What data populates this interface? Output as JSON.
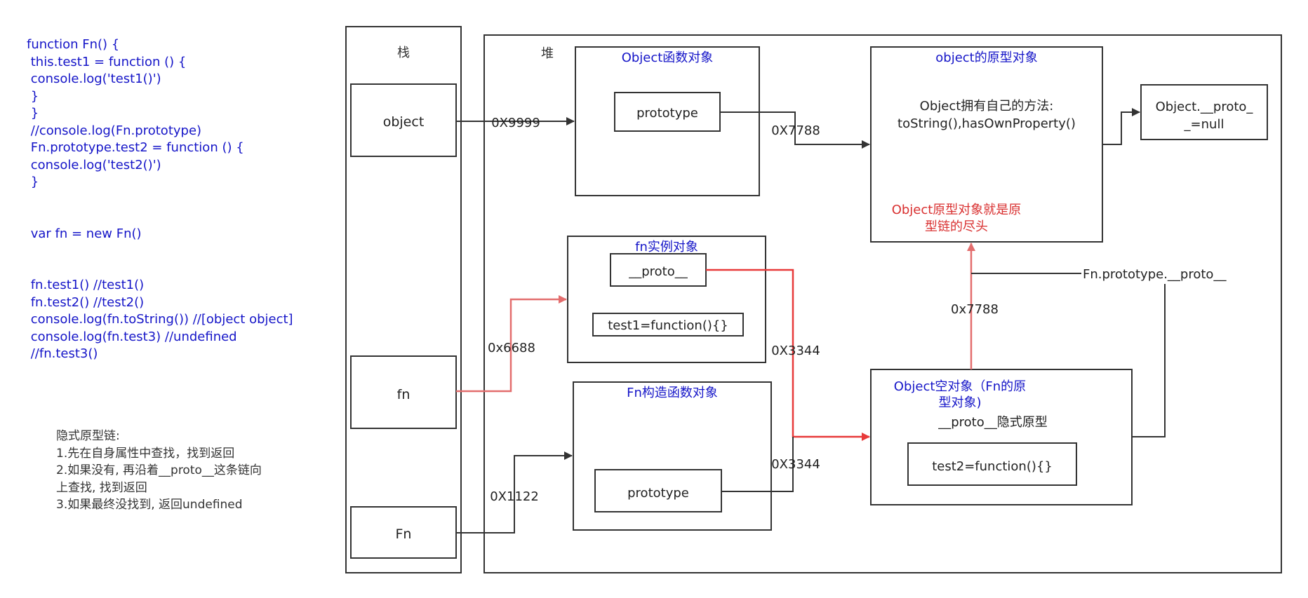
{
  "code_lines": [
    "function Fn() {",
    " this.test1 = function () {",
    " console.log('test1()')",
    " }",
    " }",
    " //console.log(Fn.prototype)",
    " Fn.prototype.test2 = function () {",
    " console.log('test2()')",
    " }",
    "",
    "",
    " var fn = new Fn()",
    "",
    "",
    " fn.test1() //test1()",
    " fn.test2() //test2()",
    " console.log(fn.toString()) //[object object]",
    " console.log(fn.test3) //undefined",
    " //fn.test3()"
  ],
  "notes": [
    "隐式原型链:",
    "1.先在自身属性中查找，找到返回",
    "2.如果没有, 再沿着__proto__这条链向",
    "上查找, 找到返回",
    "3.如果最终没找到, 返回undefined"
  ],
  "stack": {
    "title": "栈",
    "object_label": "object",
    "fn_label": "fn",
    "Fn_label": "Fn"
  },
  "heap": {
    "title": "堆",
    "object_func": {
      "title": "Object函数对象",
      "prototype_label": "prototype"
    },
    "object_proto": {
      "title": "object的原型对象",
      "desc_line1": "Object拥有自己的方法:",
      "desc_line2": "toString(),hasOwnProperty()",
      "note_line1": "Object原型对象就是原",
      "note_line2": "型链的尽头"
    },
    "null_box": {
      "line1": "Object.__proto_",
      "line2": "_=null"
    },
    "fn_instance": {
      "title": "fn实例对象",
      "proto_label": "__proto__",
      "test1_label": "test1=function(){}"
    },
    "fn_constructor": {
      "title": "Fn构造函数对象",
      "prototype_label": "prototype"
    },
    "empty_obj": {
      "title_line1": "Object空对象（Fn的原",
      "title_line2": "型对象)",
      "proto_label": "__proto__隐式原型",
      "test2_label": "test2=function(){}"
    }
  },
  "addresses": {
    "object_ref": "0X9999",
    "object_proto_ref": "0X7788",
    "fn_ref": "0x6688",
    "fn_proto_ref": "0X3344",
    "constructor_proto_ref": "0X3344",
    "Fn_ref": "0X1122",
    "empty_proto_ref": "0x7788",
    "chain_label": "Fn.prototype.__proto__"
  },
  "colors": {
    "code_text": "#1515c8",
    "box_title": "#1515c8",
    "box_border": "#333333",
    "highlight_arrow": "#e36d6d",
    "strong_arrow": "#e83a3a",
    "end_note": "#d93030"
  }
}
